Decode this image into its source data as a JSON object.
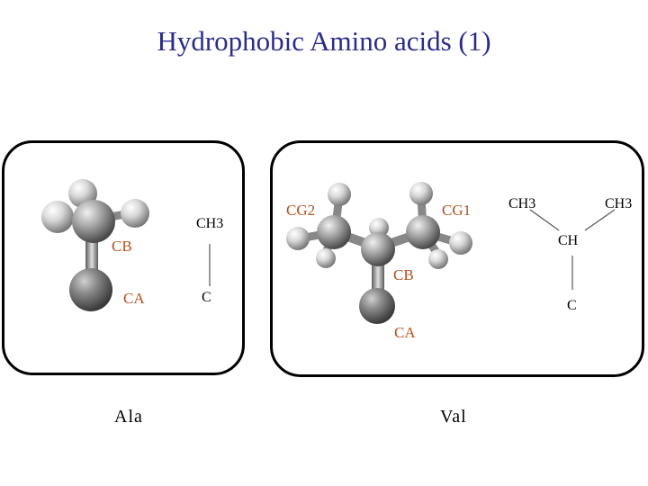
{
  "slide": {
    "title": "Hydrophobic Amino acids (1)"
  },
  "ala": {
    "caption": "Ala",
    "model_labels": {
      "cb": "CB",
      "ca": "CA"
    },
    "schematic": {
      "top": "CH3",
      "bottom": "C"
    }
  },
  "val": {
    "caption": "Val",
    "model_labels": {
      "cg2": "CG2",
      "cg1": "CG1",
      "cb": "CB",
      "ca": "CA"
    },
    "schematic": {
      "left_methyl": "CH3",
      "right_methyl": "CH3",
      "middle": "CH",
      "bottom": "C"
    }
  },
  "colors": {
    "title": "#2b2b8c",
    "model_label": "#b4501e",
    "border": "#000000"
  }
}
